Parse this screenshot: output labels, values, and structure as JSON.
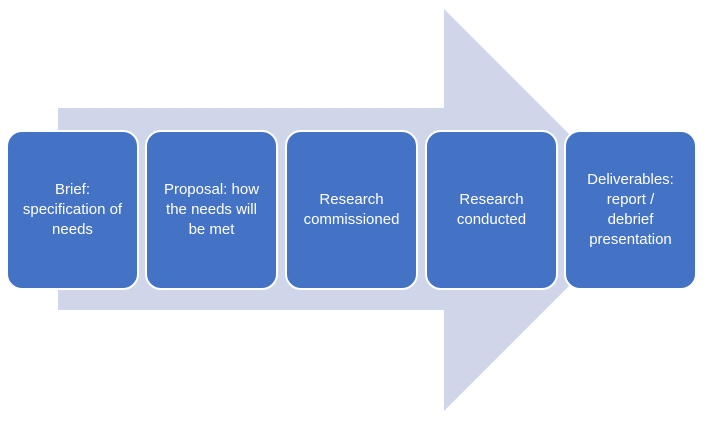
{
  "colors": {
    "arrow": "#d0d6ea",
    "box": "#4472c4",
    "box_text": "#ffffff"
  },
  "steps": [
    {
      "label": "Brief:\nspecification of\nneeds"
    },
    {
      "label": "Proposal: how\nthe needs will\nbe met"
    },
    {
      "label": "Research\ncommissioned"
    },
    {
      "label": "Research\nconducted"
    },
    {
      "label": "Deliverables:\nreport /\ndebrief\npresentation"
    }
  ]
}
